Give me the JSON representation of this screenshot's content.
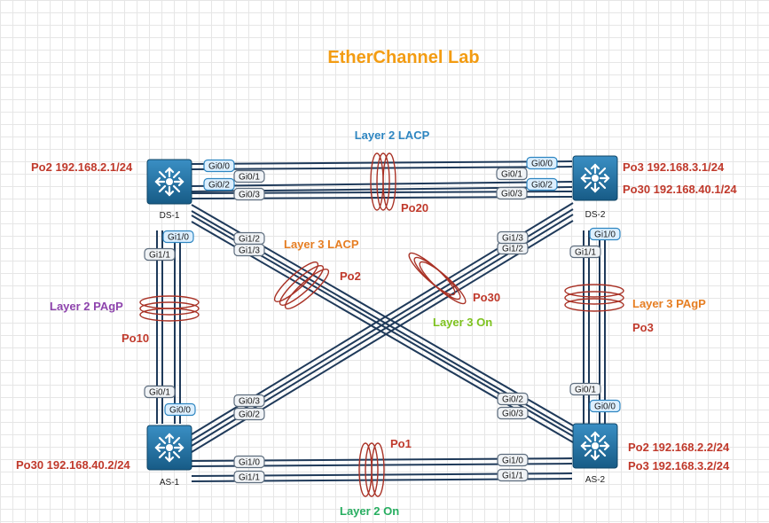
{
  "title": "EtherChannel Lab",
  "colors": {
    "title": "#f39c12",
    "red": "#c0392b",
    "blue": "#2e86c1",
    "purple": "#8e44ad",
    "orange": "#e67e22",
    "green_light": "#7dc21e",
    "green": "#27ae60",
    "switch_body": "#1e6fa1",
    "ring": "#a93226"
  },
  "devices": {
    "ds1": {
      "name": "DS-1",
      "icon": "multilayer-switch-icon"
    },
    "ds2": {
      "name": "DS-2",
      "icon": "multilayer-switch-icon"
    },
    "as1": {
      "name": "AS-1",
      "icon": "multilayer-switch-icon"
    },
    "as2": {
      "name": "AS-2",
      "icon": "multilayer-switch-icon"
    }
  },
  "addresses": {
    "ds1_po2": "Po2 192.168.2.1/24",
    "ds2_po3": "Po3 192.168.3.1/24",
    "ds2_po30": "Po30 192.168.40.1/24",
    "as1_po30": "Po30 192.168.40.2/24",
    "as2_po2": "Po2 192.168.2.2/24",
    "as2_po3": "Po3 192.168.3.2/24"
  },
  "links": {
    "l2_lacp": {
      "label": "Layer 2 LACP",
      "channel": "Po20"
    },
    "l3_lacp": {
      "label": "Layer 3 LACP",
      "channel": "Po2"
    },
    "l3_on": {
      "label": "Layer 3 On",
      "channel": "Po30"
    },
    "l2_pagp": {
      "label": "Layer 2 PAgP",
      "channel": "Po10"
    },
    "l3_pagp": {
      "label": "Layer 3 PAgP",
      "channel": "Po3"
    },
    "l2_on": {
      "label": "Layer 2 On",
      "channel": "Po1"
    }
  },
  "ports": {
    "ds1_gi00": "Gi0/0",
    "ds1_gi01": "Gi0/1",
    "ds1_gi02": "Gi0/2",
    "ds1_gi03": "Gi0/3",
    "ds1_gi10": "Gi1/0",
    "ds1_gi11": "Gi1/1",
    "ds1_gi12": "Gi1/2",
    "ds1_gi13": "Gi1/3",
    "ds2_gi00": "Gi0/0",
    "ds2_gi01": "Gi0/1",
    "ds2_gi02": "Gi0/2",
    "ds2_gi03": "Gi0/3",
    "ds2_gi10": "Gi1/0",
    "ds2_gi11": "Gi1/1",
    "ds2_gi12": "Gi1/2",
    "ds2_gi13": "Gi1/3",
    "as1_gi01": "Gi0/1",
    "as1_gi00": "Gi0/0",
    "as1_gi03": "Gi0/3",
    "as1_gi02": "Gi0/2",
    "as1_gi10": "Gi1/0",
    "as1_gi11": "Gi1/1",
    "as2_gi02": "Gi0/2",
    "as2_gi03": "Gi0/3",
    "as2_gi01": "Gi0/1",
    "as2_gi00": "Gi0/0",
    "as2_gi10": "Gi1/0",
    "as2_gi11": "Gi1/1"
  }
}
